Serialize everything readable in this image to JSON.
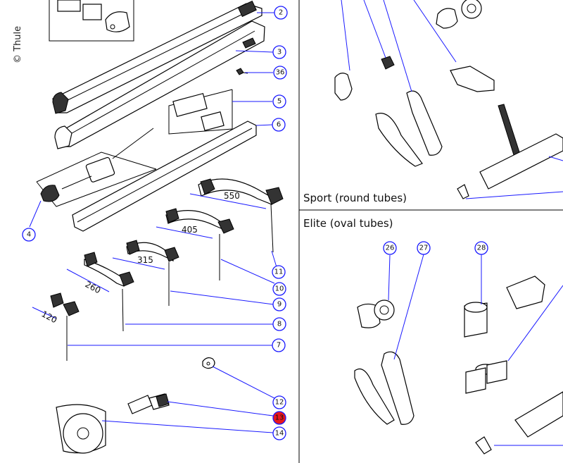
{
  "copyright": "© Thule",
  "panels": {
    "sport": "Sport (round tubes)",
    "elite": "Elite (oval tubes)"
  },
  "callouts": {
    "c2": "2",
    "c3": "3",
    "c36": "36",
    "c5": "5",
    "c6": "6",
    "c4": "4",
    "c11": "11",
    "c10": "10",
    "c9": "9",
    "c8": "8",
    "c7": "7",
    "c12": "12",
    "c13": "13",
    "c14": "14",
    "c26": "26",
    "c27": "27",
    "c28": "28"
  },
  "dimensions": {
    "d550": "550",
    "d405": "405",
    "d315": "315",
    "d260": "260",
    "d120": "120"
  },
  "highlight_color": "#e8171d",
  "leader_color": "#1a1aff"
}
